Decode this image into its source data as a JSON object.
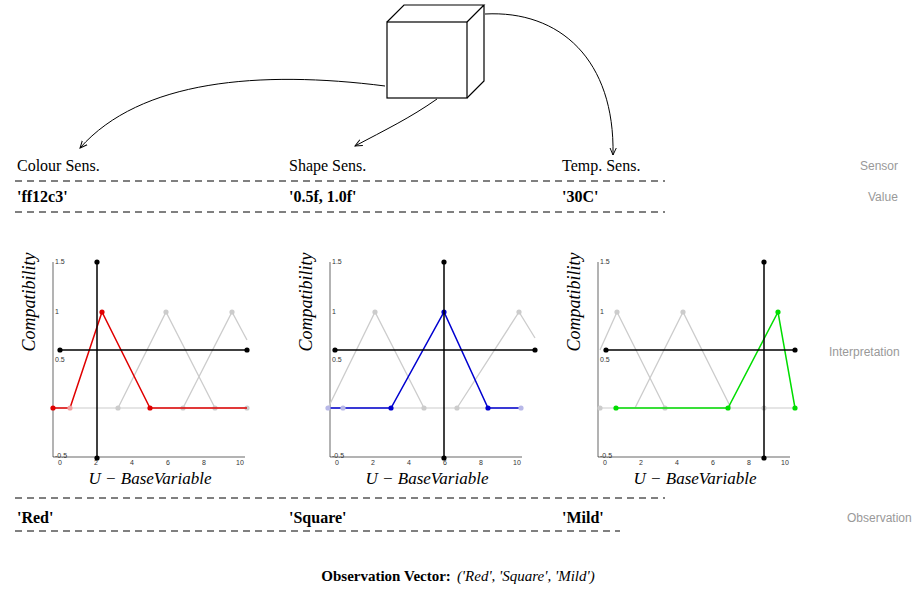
{
  "diagram": {
    "caption": "Observation Vector:",
    "labels": [
      "Colour Sens.",
      "Shape Sens.",
      "Temp. Sens.",
      "Sensor",
      "'ff12c3'",
      "'0.5f, 1.0f'",
      "'30C'",
      "Value",
      "Compatibility",
      "1.5",
      "1",
      "0.5",
      "-0.5",
      "0",
      "2",
      "4",
      "6",
      "8",
      "10",
      "U − BaseVariable",
      "Compatibility",
      "1.5",
      "1",
      "0.5",
      "-0.5",
      "0",
      "2",
      "4",
      "6",
      "8",
      "10",
      "U − BaseVariable",
      "Compatibility",
      "1.5",
      "1",
      "0.5",
      "-0.5",
      "0",
      "2",
      "4",
      "6",
      "8",
      "10",
      "U − BaseVariable",
      "Interpretation",
      "'Red'",
      "'Square'",
      "'Mild'",
      "Observation",
      "('Red', 'Square', 'Mild')"
    ]
  }
}
